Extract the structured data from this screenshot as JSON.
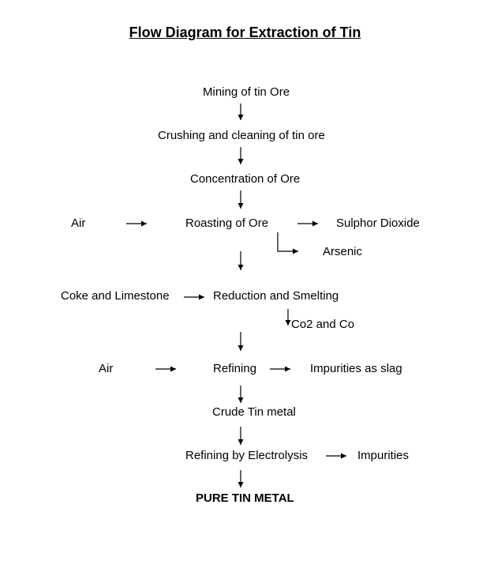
{
  "title": "Flow Diagram for Extraction of Tin",
  "steps": {
    "mining": "Mining of tin Ore",
    "crushing": "Crushing and cleaning of tin ore",
    "concentration": "Concentration of Ore",
    "roasting": "Roasting of Ore",
    "reduction": "Reduction and Smelting",
    "refining": "Refining",
    "crude": "Crude Tin metal",
    "electrolysis": "Refining by Electrolysis",
    "final": "PURE TIN METAL"
  },
  "inputs": {
    "air_roasting": "Air",
    "coke_limestone": "Coke and Limestone",
    "air_refining": "Air"
  },
  "outputs": {
    "sulphur_dioxide": "Sulphor Dioxide",
    "arsenic": "Arsenic",
    "co2_co": "Co2 and Co",
    "slag": "Impurities as slag",
    "impurities": "Impurities"
  }
}
